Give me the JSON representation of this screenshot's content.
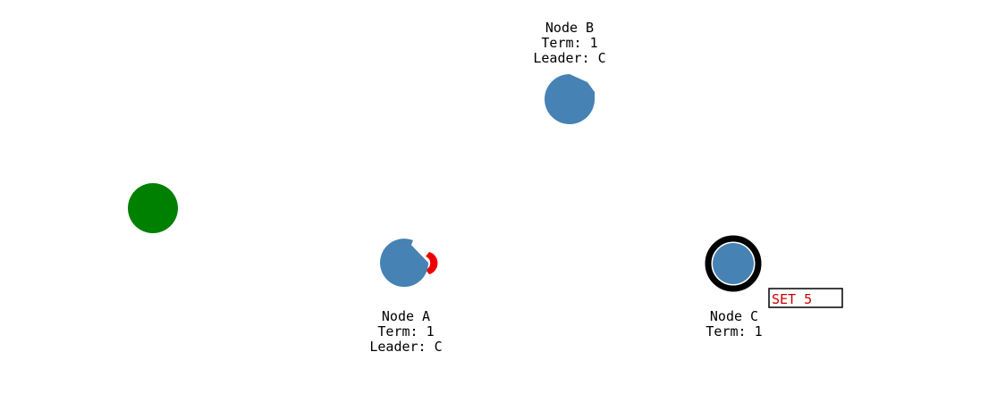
{
  "colors": {
    "node_fill": "#4682b4",
    "client_fill": "#008000",
    "message_arc": "#ee0000",
    "leader_ring": "#000000",
    "label_text": "#000000",
    "log_text": "#cc0000",
    "log_border": "#000000"
  },
  "client": {
    "name": "client-icon"
  },
  "nodes": [
    {
      "id": "A",
      "name": "Node A",
      "term": "Term: 1",
      "leader": "Leader: C",
      "role": "follower"
    },
    {
      "id": "B",
      "name": "Node B",
      "term": "Term: 1",
      "leader": "Leader: C",
      "role": "follower"
    },
    {
      "id": "C",
      "name": "Node C",
      "term": "Term: 1",
      "role": "leader",
      "log": "SET 5"
    }
  ]
}
